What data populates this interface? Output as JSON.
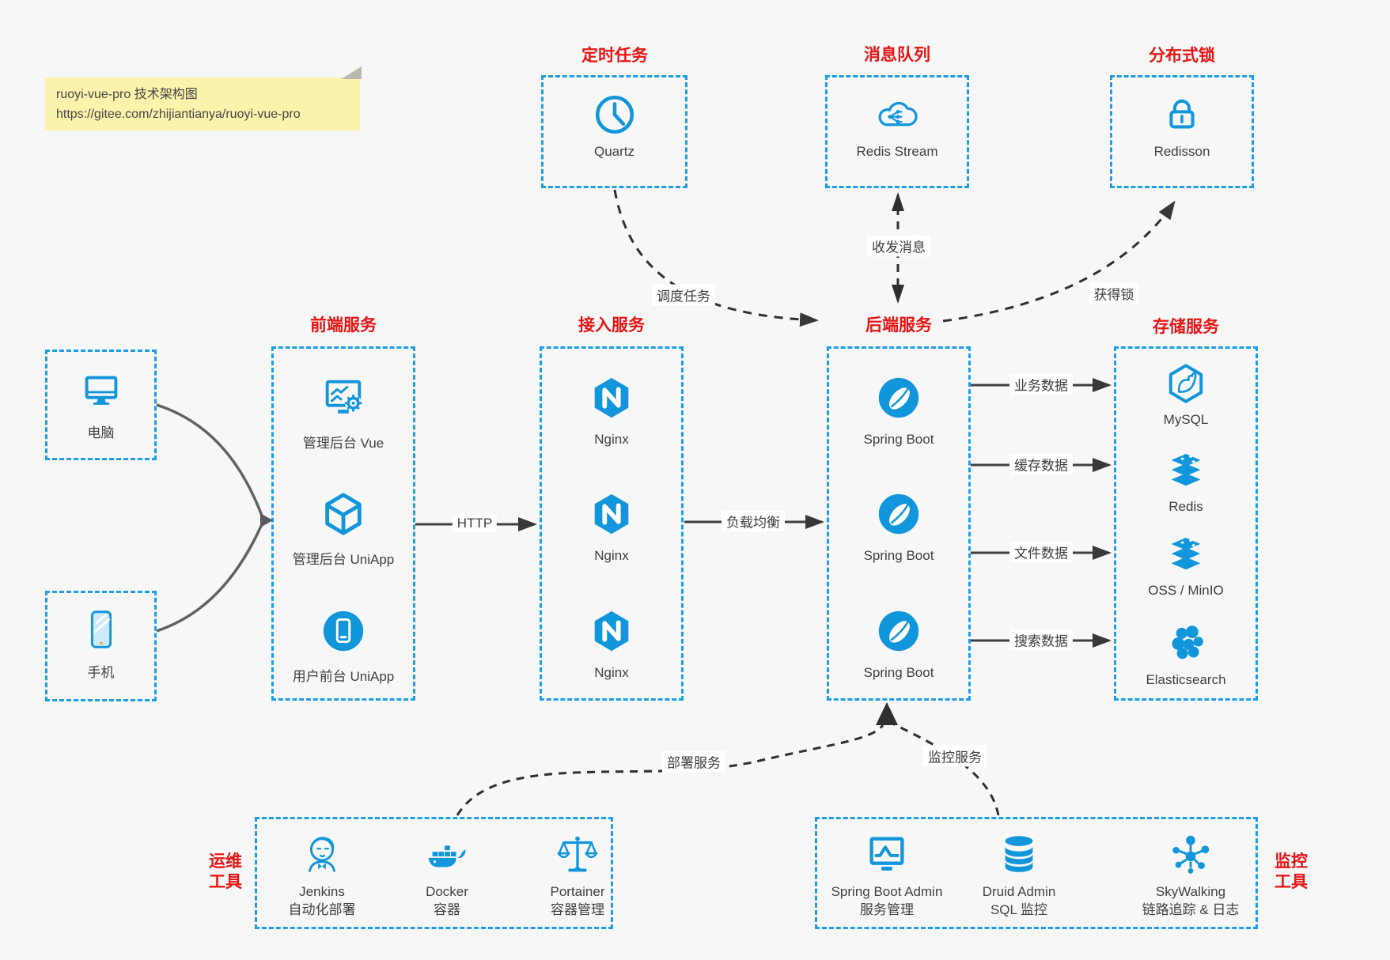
{
  "note": {
    "line1": "ruoyi-vue-pro 技术架构图",
    "line2": "https://gitee.com/zhijiantianya/ruoyi-vue-pro"
  },
  "top_groups": [
    {
      "title": "定时任务",
      "label": "Quartz"
    },
    {
      "title": "消息队列",
      "label": "Redis Stream"
    },
    {
      "title": "分布式锁",
      "label": "Redisson"
    }
  ],
  "clients": [
    {
      "label": "电脑"
    },
    {
      "label": "手机"
    }
  ],
  "columns": [
    {
      "title": "前端服务",
      "items": [
        {
          "label": "管理后台 Vue"
        },
        {
          "label": "管理后台 UniApp"
        },
        {
          "label": "用户前台 UniApp"
        }
      ]
    },
    {
      "title": "接入服务",
      "items": [
        {
          "label": "Nginx"
        },
        {
          "label": "Nginx"
        },
        {
          "label": "Nginx"
        }
      ]
    },
    {
      "title": "后端服务",
      "items": [
        {
          "label": "Spring Boot"
        },
        {
          "label": "Spring Boot"
        },
        {
          "label": "Spring Boot"
        }
      ]
    },
    {
      "title": "存储服务",
      "items": [
        {
          "label": "MySQL"
        },
        {
          "label": "Redis"
        },
        {
          "label": "OSS / MinIO"
        },
        {
          "label": "Elasticsearch"
        }
      ]
    }
  ],
  "edges": {
    "http": "HTTP",
    "load_balance": "负载均衡",
    "business": "业务数据",
    "cache": "缓存数据",
    "file": "文件数据",
    "search": "搜索数据",
    "schedule": "调度任务",
    "messages": "收发消息",
    "lock": "获得锁",
    "deploy": "部署服务",
    "monitor": "监控服务"
  },
  "bottom_groups": [
    {
      "side_line1": "运维",
      "side_line2": "工具",
      "items": [
        {
          "name": "Jenkins",
          "desc": "自动化部署"
        },
        {
          "name": "Docker",
          "desc": "容器"
        },
        {
          "name": "Portainer",
          "desc": "容器管理"
        }
      ]
    },
    {
      "side_line1": "监控",
      "side_line2": "工具",
      "items": [
        {
          "name": "Spring Boot Admin",
          "desc": "服务管理"
        },
        {
          "name": "Druid Admin",
          "desc": "SQL 监控"
        },
        {
          "name": "SkyWalking",
          "desc": "链路追踪 & 日志"
        }
      ]
    }
  ],
  "colors": {
    "accent_blue": "#1296db",
    "border_blue": "#1c9fe8",
    "title_red": "#e71413",
    "arrow_dark": "#3f3f3f",
    "note_bg": "#fbf2ab"
  }
}
